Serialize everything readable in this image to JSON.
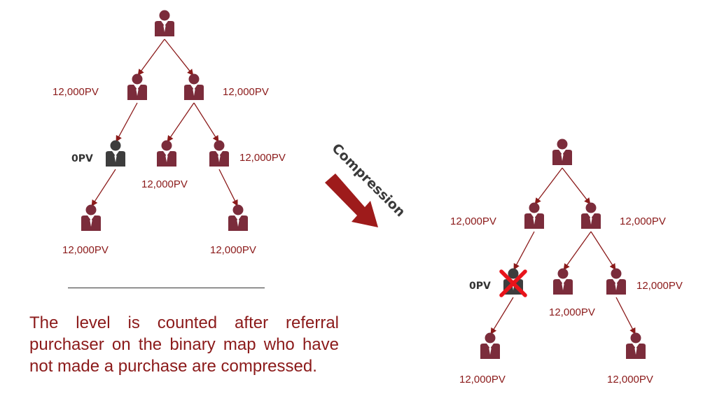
{
  "colors": {
    "person_active": "#7b2c3b",
    "person_zero": "#3d3d3d",
    "tie": "#ffffff",
    "connector": "#8B1A1A",
    "label_pv": "#8B1A1A",
    "label_zero": "#333333",
    "arrow": "#9e1b1b",
    "cross": "#e8141b",
    "caption": "#8B1A1A"
  },
  "icons": {
    "person": "person-with-tie-icon",
    "arrow": "diagonal-arrow-icon",
    "cross": "red-x-icon"
  },
  "labels": {
    "pv_12000": "12,000PV",
    "pv_zero": "0PV",
    "compression": "Compression"
  },
  "caption": "The level is counted after referral purchaser on the binary map who have not made a purchase are compressed.",
  "left_tree": {
    "nodes": [
      {
        "id": "root",
        "pv": ""
      },
      {
        "id": "L",
        "pv": "12,000PV"
      },
      {
        "id": "R",
        "pv": "12,000PV"
      },
      {
        "id": "LL",
        "pv": "0PV",
        "zero": true
      },
      {
        "id": "RL",
        "pv": "12,000PV"
      },
      {
        "id": "RR",
        "pv": "12,000PV"
      },
      {
        "id": "LLL",
        "pv": "12,000PV"
      },
      {
        "id": "RRR",
        "pv": "12,000PV"
      }
    ]
  },
  "right_tree": {
    "nodes": [
      {
        "id": "root",
        "pv": ""
      },
      {
        "id": "L",
        "pv": "12,000PV"
      },
      {
        "id": "R",
        "pv": "12,000PV"
      },
      {
        "id": "LL",
        "pv": "0PV",
        "zero": true,
        "crossed": true
      },
      {
        "id": "RL",
        "pv": "12,000PV"
      },
      {
        "id": "RR",
        "pv": "12,000PV"
      },
      {
        "id": "LLL",
        "pv": "12,000PV"
      },
      {
        "id": "RRR",
        "pv": "12,000PV"
      }
    ]
  }
}
